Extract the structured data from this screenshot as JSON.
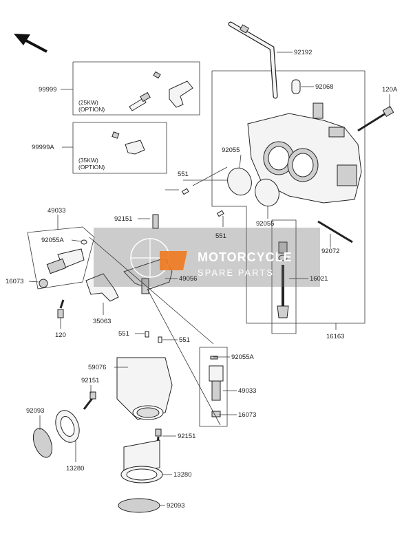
{
  "watermark": {
    "line1": "MOTORCYCLE",
    "line2": "SPARE PARTS"
  },
  "options": {
    "opt25_line1": "(25KW)",
    "opt25_line2": "(OPTION)",
    "opt35_line1": "(35KW)",
    "opt35_line2": "(OPTION)"
  },
  "labels": {
    "l92192": "92192",
    "l92068": "92068",
    "l120A": "120A",
    "l99999": "99999",
    "l99999A": "99999A",
    "l92055_top": "92055",
    "l551_top": "551",
    "l92055_mid": "92055",
    "l551_mid": "551",
    "l92072": "92072",
    "l16021": "16021",
    "l16163": "16163",
    "l49033_top": "49033",
    "l92055A_top": "92055A",
    "l92151_top": "92151",
    "l49056": "49056",
    "l16073_left": "16073",
    "l35063": "35063",
    "l120": "120",
    "l551_left": "551",
    "l551_right": "551",
    "l92055A_right": "92055A",
    "l49033_right": "49033",
    "l16073_right": "16073",
    "l59076": "59076",
    "l92151_mid": "92151",
    "l92093_left": "92093",
    "l13280_left": "13280",
    "l92151_low": "92151",
    "l13280_right": "13280",
    "l92093_bottom": "92093"
  }
}
